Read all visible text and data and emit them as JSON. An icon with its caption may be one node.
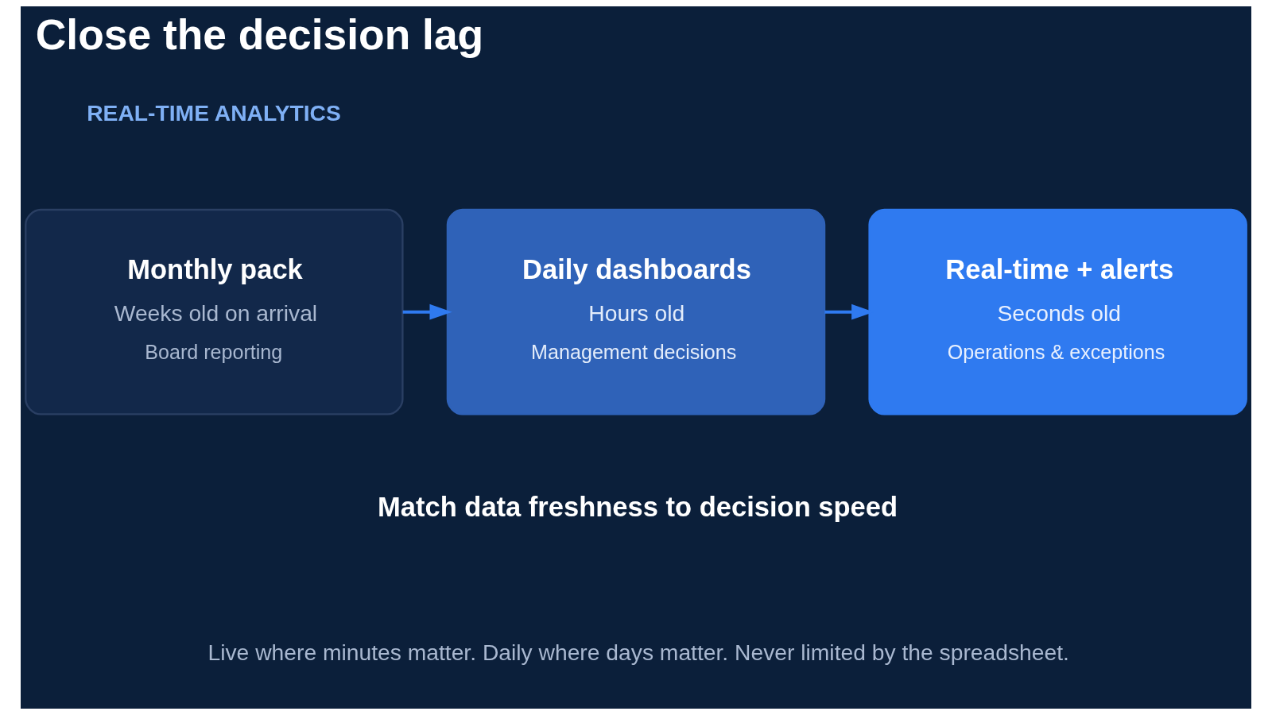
{
  "diagram": {
    "title": "Close the decision lag",
    "nodes": [
      {
        "text": [
          "Monthly pack",
          "Weeks old on arrival",
          "Board reporting"
        ]
      },
      {
        "text": [
          "Daily dashboards",
          "Hours old",
          "Management decisions"
        ]
      },
      {
        "text": [
          "Real-time + alerts",
          "Seconds old",
          "Operations & exceptions"
        ]
      }
    ],
    "edges": [
      {
        "from": 0,
        "to": 1,
        "arrow": "to"
      },
      {
        "from": 1,
        "to": 2,
        "arrow": "to"
      }
    ],
    "labels": [
      "REAL-TIME ANALYTICS",
      "Match data freshness to decision speed",
      "Live where minutes matter. Daily where days matter. Never limited by the spreadsheet."
    ]
  }
}
